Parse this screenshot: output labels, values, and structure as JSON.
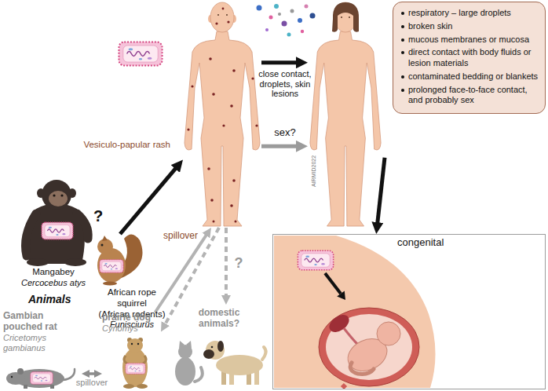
{
  "diagram": {
    "nodes": [
      {
        "text": [
          "Vesiculo-papular rash"
        ]
      },
      {
        "text": []
      },
      {
        "text": [
          "respiratory – large droplets",
          "broken skin",
          "mucous membranes or mucosa",
          "direct contact with body fluids or lesion materials",
          "contaminated bedding or blankets",
          "prolonged face-to-face contact, and probably sex"
        ]
      },
      {
        "text": [
          "Mangabey",
          "Cercocebus atys"
        ]
      },
      {
        "text": [
          "African rope squirrel",
          "(African rodents)",
          "Funisciurus"
        ]
      },
      {
        "text": [
          "congenital"
        ]
      },
      {
        "text": [
          "Gambian pouched rat",
          "Cricetomys gambianus"
        ]
      },
      {
        "text": [
          "prairie dog",
          "Cynomys"
        ]
      },
      {
        "text": [
          "domestic animals?"
        ]
      }
    ],
    "edges": [
      {
        "from": 0,
        "to": 1,
        "label": "close contact, droplets, skin lesions",
        "arrow": "to"
      },
      {
        "from": 0,
        "to": 1,
        "label": "sex?",
        "arrow": "to"
      },
      {
        "from": 4,
        "to": 0,
        "label": "spillover",
        "arrow": "to"
      },
      {
        "from": 1,
        "to": 5,
        "arrow": "to"
      },
      {
        "from": 6,
        "to": 7,
        "label": "spillover",
        "arrow": "both"
      },
      {
        "from": 7,
        "to": 0,
        "arrow": "to"
      },
      {
        "from": 0,
        "to": 7,
        "arrow": "to"
      },
      {
        "from": 0,
        "to": 8,
        "label": "?",
        "arrow": "to"
      }
    ],
    "labels": [
      "?",
      "Animals",
      "AIRMID2022"
    ]
  }
}
